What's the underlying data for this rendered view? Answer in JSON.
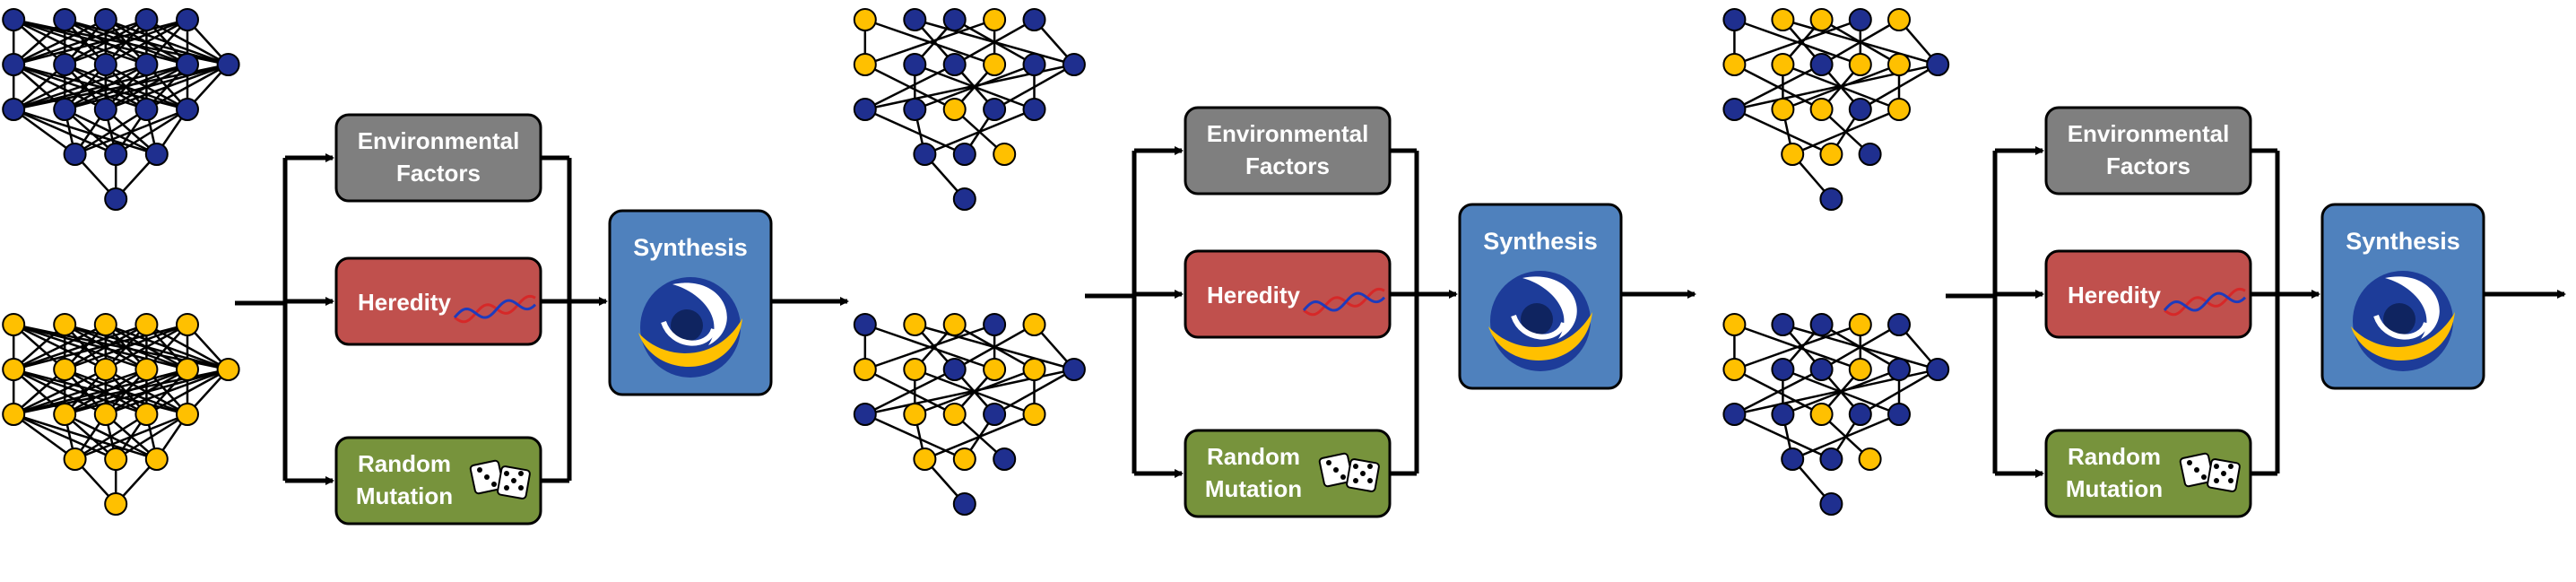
{
  "labels": {
    "environmental_line1": "Environmental",
    "environmental_line2": "Factors",
    "heredity": "Heredity",
    "random_line1": "Random",
    "random_line2": "Mutation",
    "synthesis": "Synthesis"
  },
  "colors": {
    "environmental": "#7f7f7f",
    "heredity": "#c0504d",
    "random_mutation": "#77933c",
    "synthesis": "#4f81bd",
    "node_blue": "#1f2f8f",
    "node_yellow": "#ffc000",
    "edge": "#000000"
  },
  "icons": {
    "heredity": "dna-icon",
    "random_mutation": "dice-icon",
    "synthesis": "swirl-logo-icon"
  },
  "stages": [
    {
      "name": "stage-1",
      "networks": [
        "parent-network-1-blue",
        "parent-network-2-yellow"
      ]
    },
    {
      "name": "stage-2",
      "networks": [
        "offspring-network-1-mixed",
        "offspring-network-2-mixed"
      ]
    },
    {
      "name": "stage-3",
      "networks": [
        "offspring-network-3-mixed",
        "offspring-network-4-mixed"
      ]
    }
  ]
}
